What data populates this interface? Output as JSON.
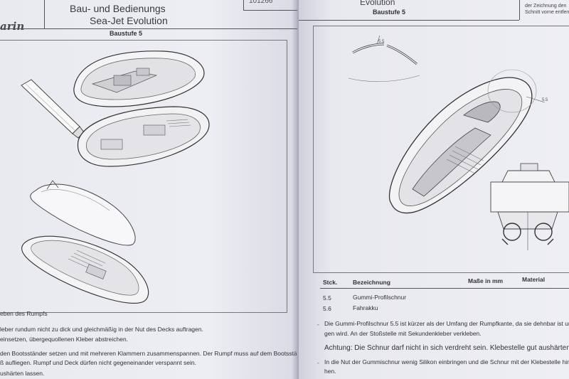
{
  "left_page": {
    "logo": "arin",
    "title_line1": "Bau- und Bedienungs",
    "title_line2": "Sea-Jet Evolution",
    "article_no": "101266",
    "step": "Baustufe 5",
    "section_heading": "eben des Rumpfs",
    "instructions": [
      "leber rundum nicht zu dick und gleichmäßig in der Nut des Decks auftragen.",
      "einsetzen, übergequollenen Kleber abstreichen.",
      "den Bootsständer setzen und mit mehreren Klammern zusammenspannen. Der Rumpf muss auf dem Bootsstän-",
      "ß aufliegen. Rumpf und Deck dürfen nicht gegeneinander verspannt sein.",
      "ushärten lassen."
    ]
  },
  "right_page": {
    "title": "Evolution",
    "corner_note": "der Zeichnung den\nSchnitt vorne entfernen",
    "step": "Baustufe 5",
    "part_label_top": "5.5",
    "part_label_side": "5.5",
    "table": {
      "headers": {
        "qty": "Stck.",
        "name": "Bezeichnung",
        "size": "Maße in mm",
        "material": "Material"
      },
      "rows": [
        {
          "qty": "5.5",
          "name": "Gummi-Profilschnur"
        },
        {
          "qty": "5.6",
          "name": "Fahrakku"
        }
      ]
    },
    "note_line1": "Die Gummi-Profilschnur 5.5 ist kürzer als der Umfang der Rumpfkante, da sie dehnbar ist  und g",
    "note_line2": "gen wird. An der Stoßstelle mit Sekundenkleber verkleben.",
    "warning": "Achtung: Die Schnur darf nicht in sich verdreht sein. Klebestelle gut aushärten lassen.",
    "bullet_line1": "In die Nut der Gummischnur wenig Silikon einbringen und die Schnur mit der Klebestelle hinten",
    "bullet_line2": "hen."
  }
}
